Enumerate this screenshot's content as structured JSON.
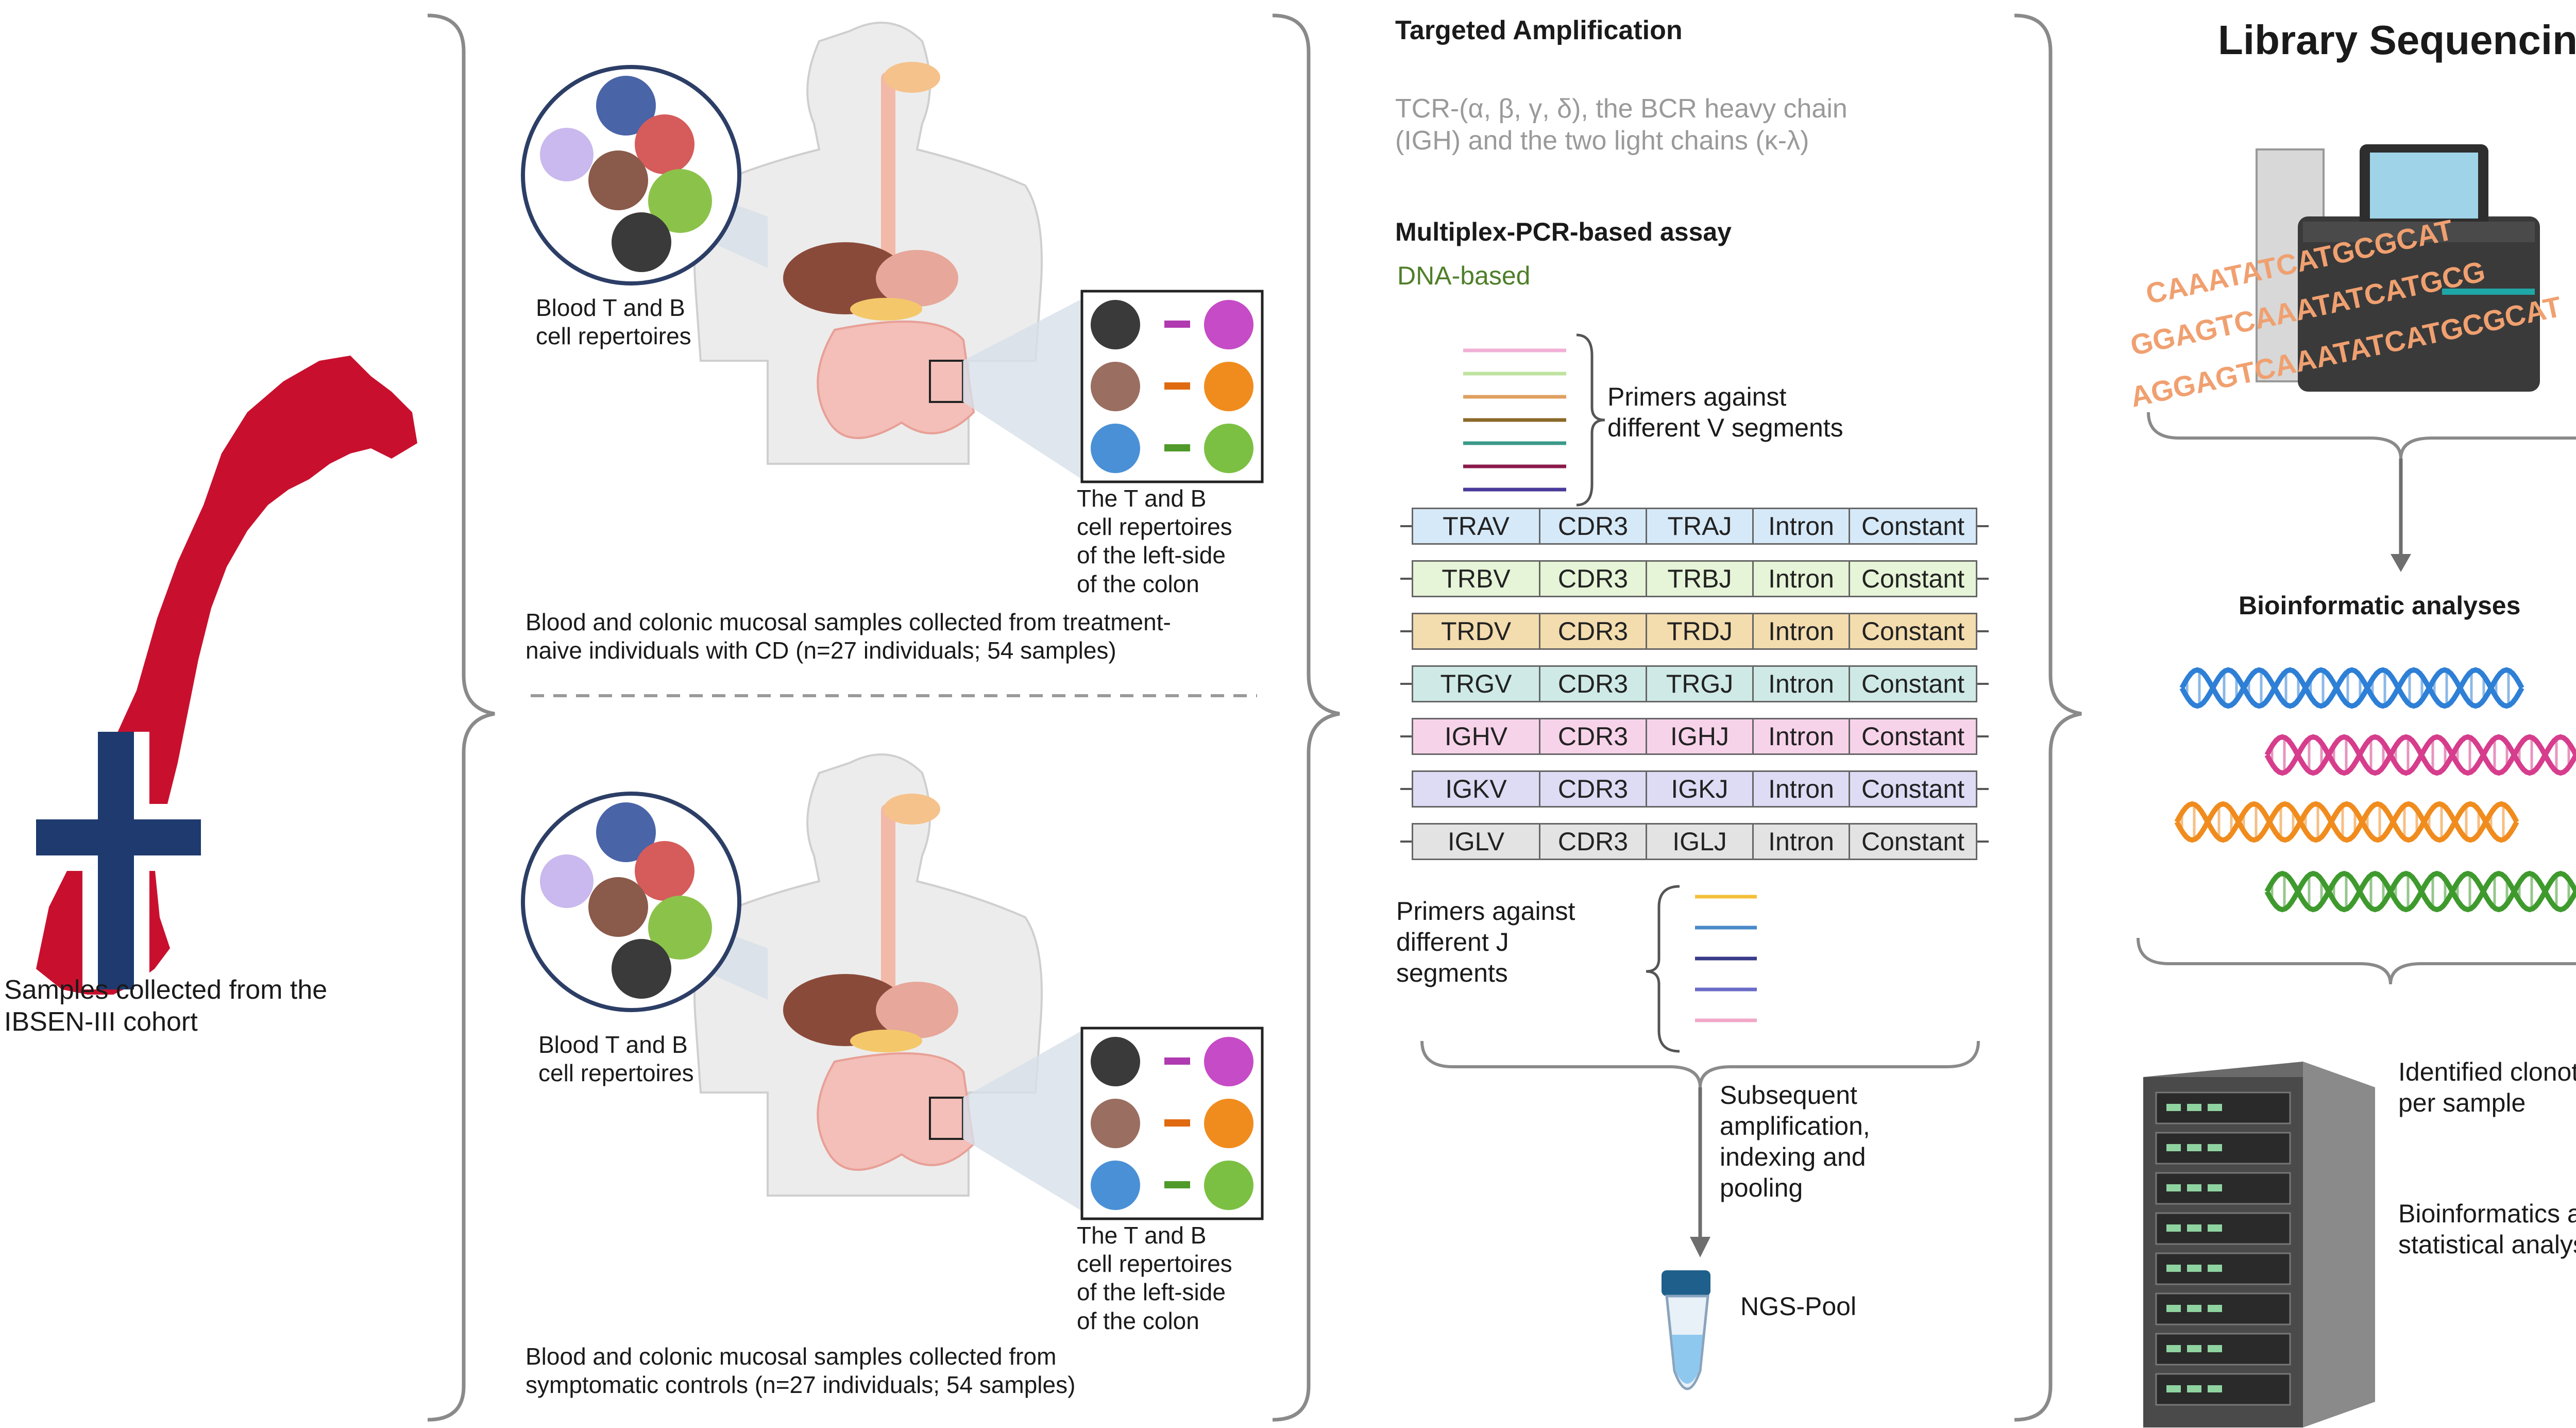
{
  "cohort": {
    "label": "Samples collected from the\nIBSEN-III cohort"
  },
  "cd_panel": {
    "blood_label": "Blood T and B\ncell repertoires",
    "colon_label": "The T and B\ncell repertoires\nof the left-side\nof the colon",
    "caption": "Blood and colonic mucosal samples collected from treatment-\nnaive individuals with CD (n=27 individuals; 54 samples)"
  },
  "control_panel": {
    "blood_label": "Blood T and B\ncell repertoires",
    "colon_label": "The T and B\ncell repertoires\nof the left-side\nof the colon",
    "caption": "Blood and colonic mucosal samples collected from\nsymptomatic controls (n=27 individuals; 54 samples)"
  },
  "amplification": {
    "title": "Targeted Amplification",
    "description": "TCR-(α, β, γ, δ), the BCR heavy chain\n(IGH) and the two light chains (κ-λ)",
    "assay_title": "Multiplex-PCR-based assay",
    "assay_type": "DNA-based",
    "v_primers_label": "Primers against\ndifferent V segments",
    "j_primers_label": "Primers against\ndifferent J\nsegments",
    "next_steps": "Subsequent\namplification,\nindexing and\npooling",
    "pool_label": "NGS-Pool"
  },
  "gene_rows": [
    {
      "segments": [
        "TRAV",
        "CDR3",
        "TRAJ",
        "Intron",
        "Constant"
      ],
      "color": "#d6e9f8"
    },
    {
      "segments": [
        "TRBV",
        "CDR3",
        "TRBJ",
        "Intron",
        "Constant"
      ],
      "color": "#e6f4d7"
    },
    {
      "segments": [
        "TRDV",
        "CDR3",
        "TRDJ",
        "Intron",
        "Constant"
      ],
      "color": "#f3dcae"
    },
    {
      "segments": [
        "TRGV",
        "CDR3",
        "TRGJ",
        "Intron",
        "Constant"
      ],
      "color": "#cfeae6"
    },
    {
      "segments": [
        "IGHV",
        "CDR3",
        "IGHJ",
        "Intron",
        "Constant"
      ],
      "color": "#f7d3ea"
    },
    {
      "segments": [
        "IGKV",
        "CDR3",
        "IGKJ",
        "Intron",
        "Constant"
      ],
      "color": "#dedcf5"
    },
    {
      "segments": [
        "IGLV",
        "CDR3",
        "IGLJ",
        "Intron",
        "Constant"
      ],
      "color": "#e3e3e3"
    }
  ],
  "sequencing": {
    "title": "Library Sequencing",
    "sequence_lines": [
      "CAAATATCATGCGCAT",
      "GGAGTCAAATATCATGCG",
      "AGGAGTCAAATATCATGCGCAT"
    ],
    "bioinformatics_title": "Bioinformatic analyses",
    "clonotypes_label": "Identified clonotypes\nper sample",
    "analysis_label": "Bioinformatics and\nstatistical analysis"
  },
  "colors": {
    "norway_red": "#c8102e",
    "norway_blue": "#1e3a6e",
    "dna": [
      "#2e7fd6",
      "#d63d8c",
      "#f08c1e",
      "#3f9a2e"
    ],
    "bracket": "#8a8a8a"
  }
}
